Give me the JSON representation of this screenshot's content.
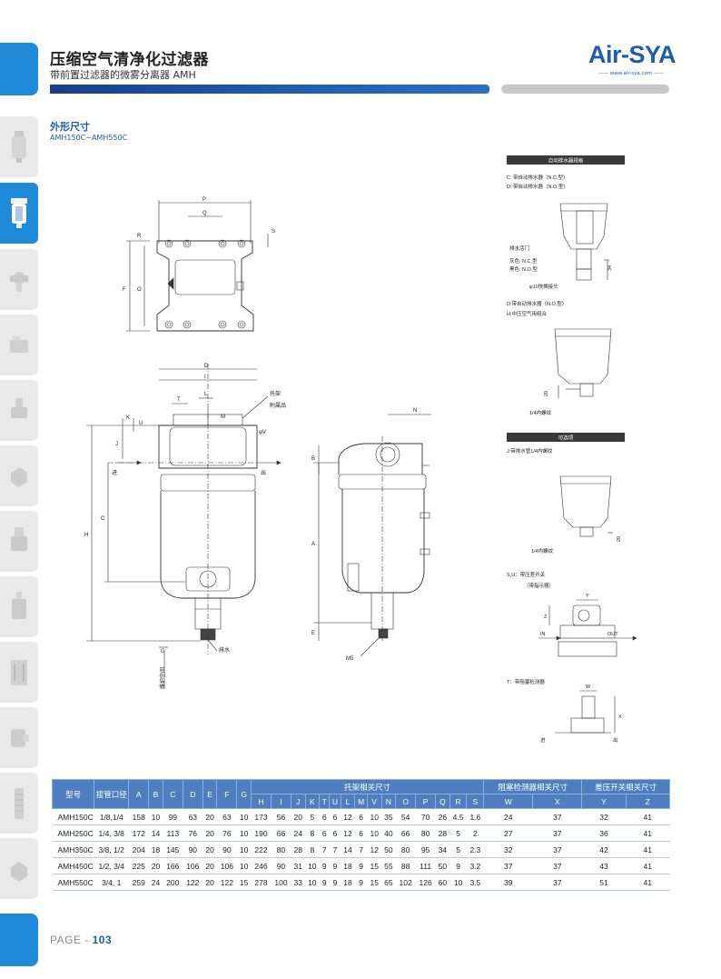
{
  "header": {
    "title": "压缩空气清净化过滤器",
    "subtitle": "带前置过滤器的微雾分离器 AMH",
    "brand": "Air-SYA",
    "brand_url": "—— www.air-sya.com ——"
  },
  "section": {
    "title": "外形尺寸",
    "models": "AMH150C~AMH550C"
  },
  "drawing": {
    "top_view": {
      "P": "P",
      "Q": "Q",
      "R": "R",
      "S": "S",
      "F": "F",
      "O": "O"
    },
    "front_view": {
      "D": "D",
      "I": "I",
      "T": "T",
      "L": "L",
      "K": "K",
      "U": "U",
      "J": "J",
      "M": "M",
      "C": "C",
      "H": "H",
      "G": "G",
      "bracket": "托架",
      "accessory": "附属品",
      "phi_v": "φV",
      "in": "进",
      "out": "出",
      "drain": "排水",
      "maint": "维护空间"
    },
    "side_view": {
      "N": "N",
      "B": "B",
      "A": "A",
      "E": "E",
      "M5": "M5"
    },
    "auto_drain": {
      "header": "自动排水器规格",
      "c": "C: 带自动排水器（N.C.型）",
      "d": "D: 带自动排水器（N.O.型）",
      "valve": "排水活门",
      "grey": "灰色: N.C.型",
      "black": "黑色: N.O.型",
      "dim34": "34",
      "quick": "φ10快换接头",
      "d_no": "D:带自动排水器（N.O.型）",
      "h_mid": "H:中压空气用组合",
      "dim20": "20",
      "thread": "1/4内螺纹"
    },
    "options": {
      "header": "可选项",
      "j": "J:带排水管1/4内螺纹",
      "dim20": "20",
      "thread": "1/4内螺纹",
      "su": "S,U：带压差开关",
      "su2": "（带指示器）",
      "y": "Y",
      "z": "Z",
      "in": "IN",
      "out": "OUT",
      "t": "T：带阻塞检测器",
      "w": "W",
      "x": "X",
      "in_cn": "进",
      "out_cn": "出"
    }
  },
  "table": {
    "header_model": "型号",
    "header_port": "接管口径",
    "header_cols": [
      "A",
      "B",
      "C",
      "D",
      "E",
      "F",
      "G"
    ],
    "header_bracket": "托架相关尺寸",
    "bracket_cols": [
      "H",
      "I",
      "J",
      "K",
      "T",
      "U",
      "L",
      "M",
      "V",
      "N",
      "O",
      "P",
      "Q",
      "R",
      "S"
    ],
    "header_block": "阻塞检测器相关尺寸",
    "block_cols": [
      "W",
      "X"
    ],
    "header_diff": "差压开关相关尺寸",
    "diff_cols": [
      "Y",
      "Z"
    ],
    "rows": [
      {
        "model": "AMH150C",
        "port": "1/8,1/4",
        "vals": [
          "158",
          "10",
          "99",
          "63",
          "20",
          "63",
          "10",
          "173",
          "56",
          "20",
          "5",
          "6",
          "6",
          "12",
          "6",
          "10",
          "35",
          "54",
          "70",
          "26",
          "4.5",
          "1.6",
          "24",
          "37",
          "32",
          "41"
        ]
      },
      {
        "model": "AMH250C",
        "port": "1/4, 3/8",
        "vals": [
          "172",
          "14",
          "113",
          "76",
          "20",
          "76",
          "10",
          "190",
          "66",
          "24",
          "8",
          "6",
          "6",
          "12",
          "6",
          "10",
          "40",
          "66",
          "80",
          "28",
          "5",
          "2",
          "27",
          "37",
          "36",
          "41"
        ]
      },
      {
        "model": "AMH350C",
        "port": "3/8, 1/2",
        "vals": [
          "204",
          "18",
          "145",
          "90",
          "20",
          "90",
          "10",
          "222",
          "80",
          "28",
          "8",
          "7",
          "7",
          "14",
          "7",
          "12",
          "50",
          "80",
          "95",
          "34",
          "5",
          "2.3",
          "32",
          "37",
          "42",
          "41"
        ]
      },
      {
        "model": "AMH450C",
        "port": "1/2, 3/4",
        "vals": [
          "225",
          "20",
          "166",
          "106",
          "20",
          "106",
          "10",
          "246",
          "90",
          "31",
          "10",
          "9",
          "9",
          "18",
          "9",
          "15",
          "55",
          "88",
          "111",
          "50",
          "9",
          "3.2",
          "37",
          "37",
          "43",
          "41"
        ]
      },
      {
        "model": "AMH550C",
        "port": "3/4, 1",
        "vals": [
          "259",
          "24",
          "200",
          "122",
          "20",
          "122",
          "15",
          "278",
          "100",
          "33",
          "10",
          "9",
          "9",
          "18",
          "9",
          "15",
          "65",
          "102",
          "126",
          "60",
          "10",
          "3.5",
          "39",
          "37",
          "51",
          "41"
        ]
      }
    ]
  },
  "footer": {
    "page_label": "PAGE - ",
    "page_number": "103"
  },
  "colors": {
    "accent": "#1f8ad8",
    "brand": "#1c5eab",
    "table_header": "#4e7ebf"
  },
  "sidebar_icons": [
    "filter-icon",
    "filter-icon",
    "regulator-icon",
    "valve-icon",
    "regulator-icon",
    "solenoid-icon",
    "lubricator-icon",
    "fitting-icon",
    "gauge-icon",
    "cylinder-icon",
    "muffler-icon",
    "connector-icon"
  ]
}
